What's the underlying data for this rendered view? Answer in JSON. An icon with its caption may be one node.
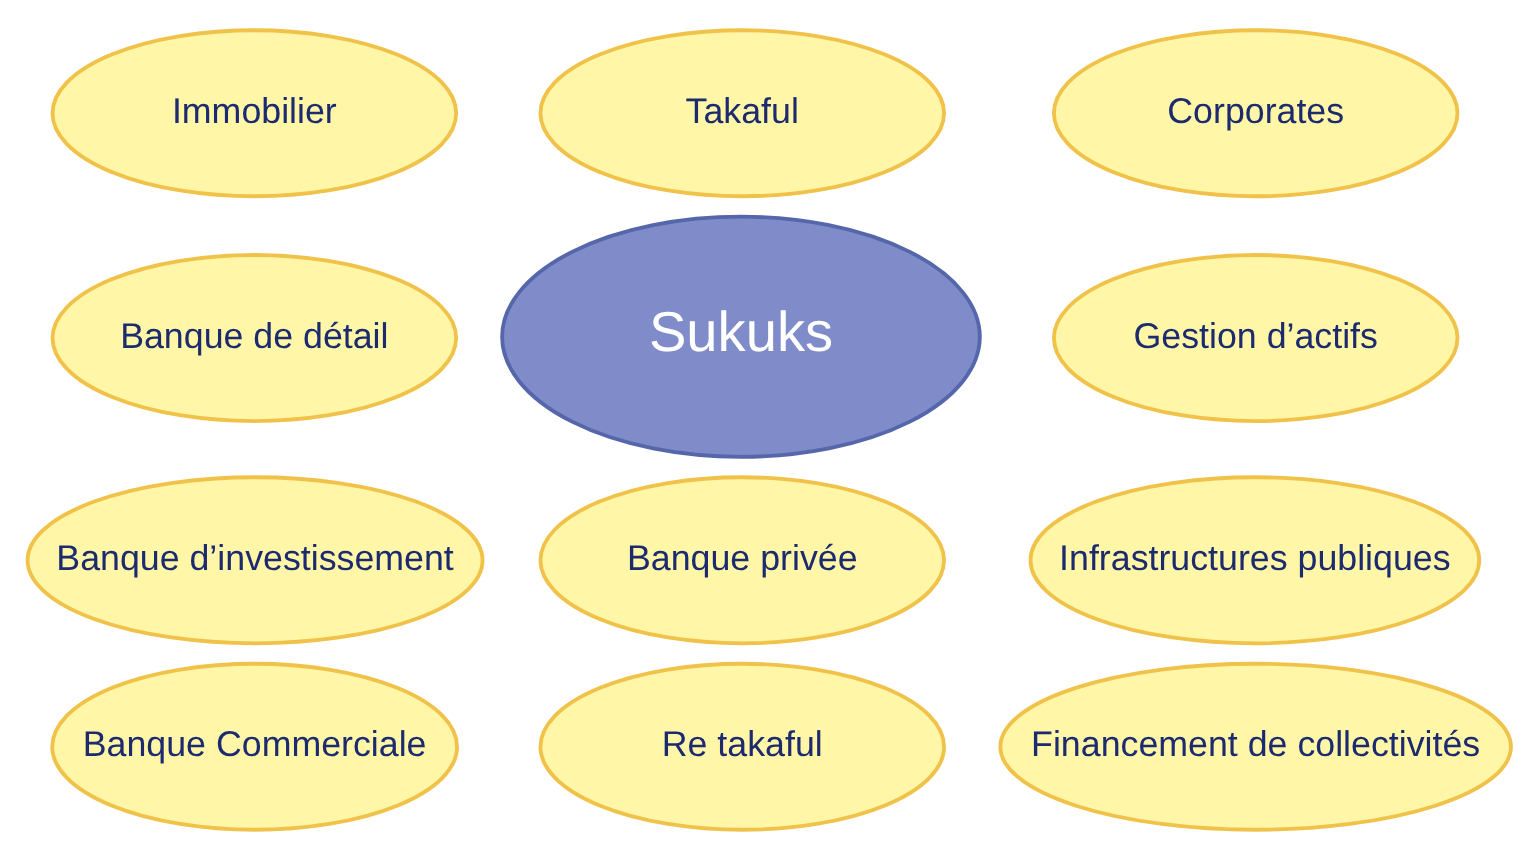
{
  "diagram": {
    "nodes": [
      {
        "text": [
          "Immobilier"
        ]
      },
      {
        "text": [
          "Banque de détail"
        ]
      },
      {
        "text": [
          "Banque d’investissement"
        ]
      },
      {
        "text": [
          "Banque Commerciale"
        ]
      },
      {
        "text": [
          "Takaful"
        ]
      },
      {
        "text": [
          "Sukuks"
        ]
      },
      {
        "text": [
          "Banque privée"
        ]
      },
      {
        "text": [
          "Re takaful"
        ]
      },
      {
        "text": [
          "Corporates"
        ]
      },
      {
        "text": [
          "Gestion d’actifs"
        ]
      },
      {
        "text": [
          "Infrastructures publiques"
        ]
      },
      {
        "text": [
          "Financement de collectivités"
        ]
      }
    ]
  }
}
